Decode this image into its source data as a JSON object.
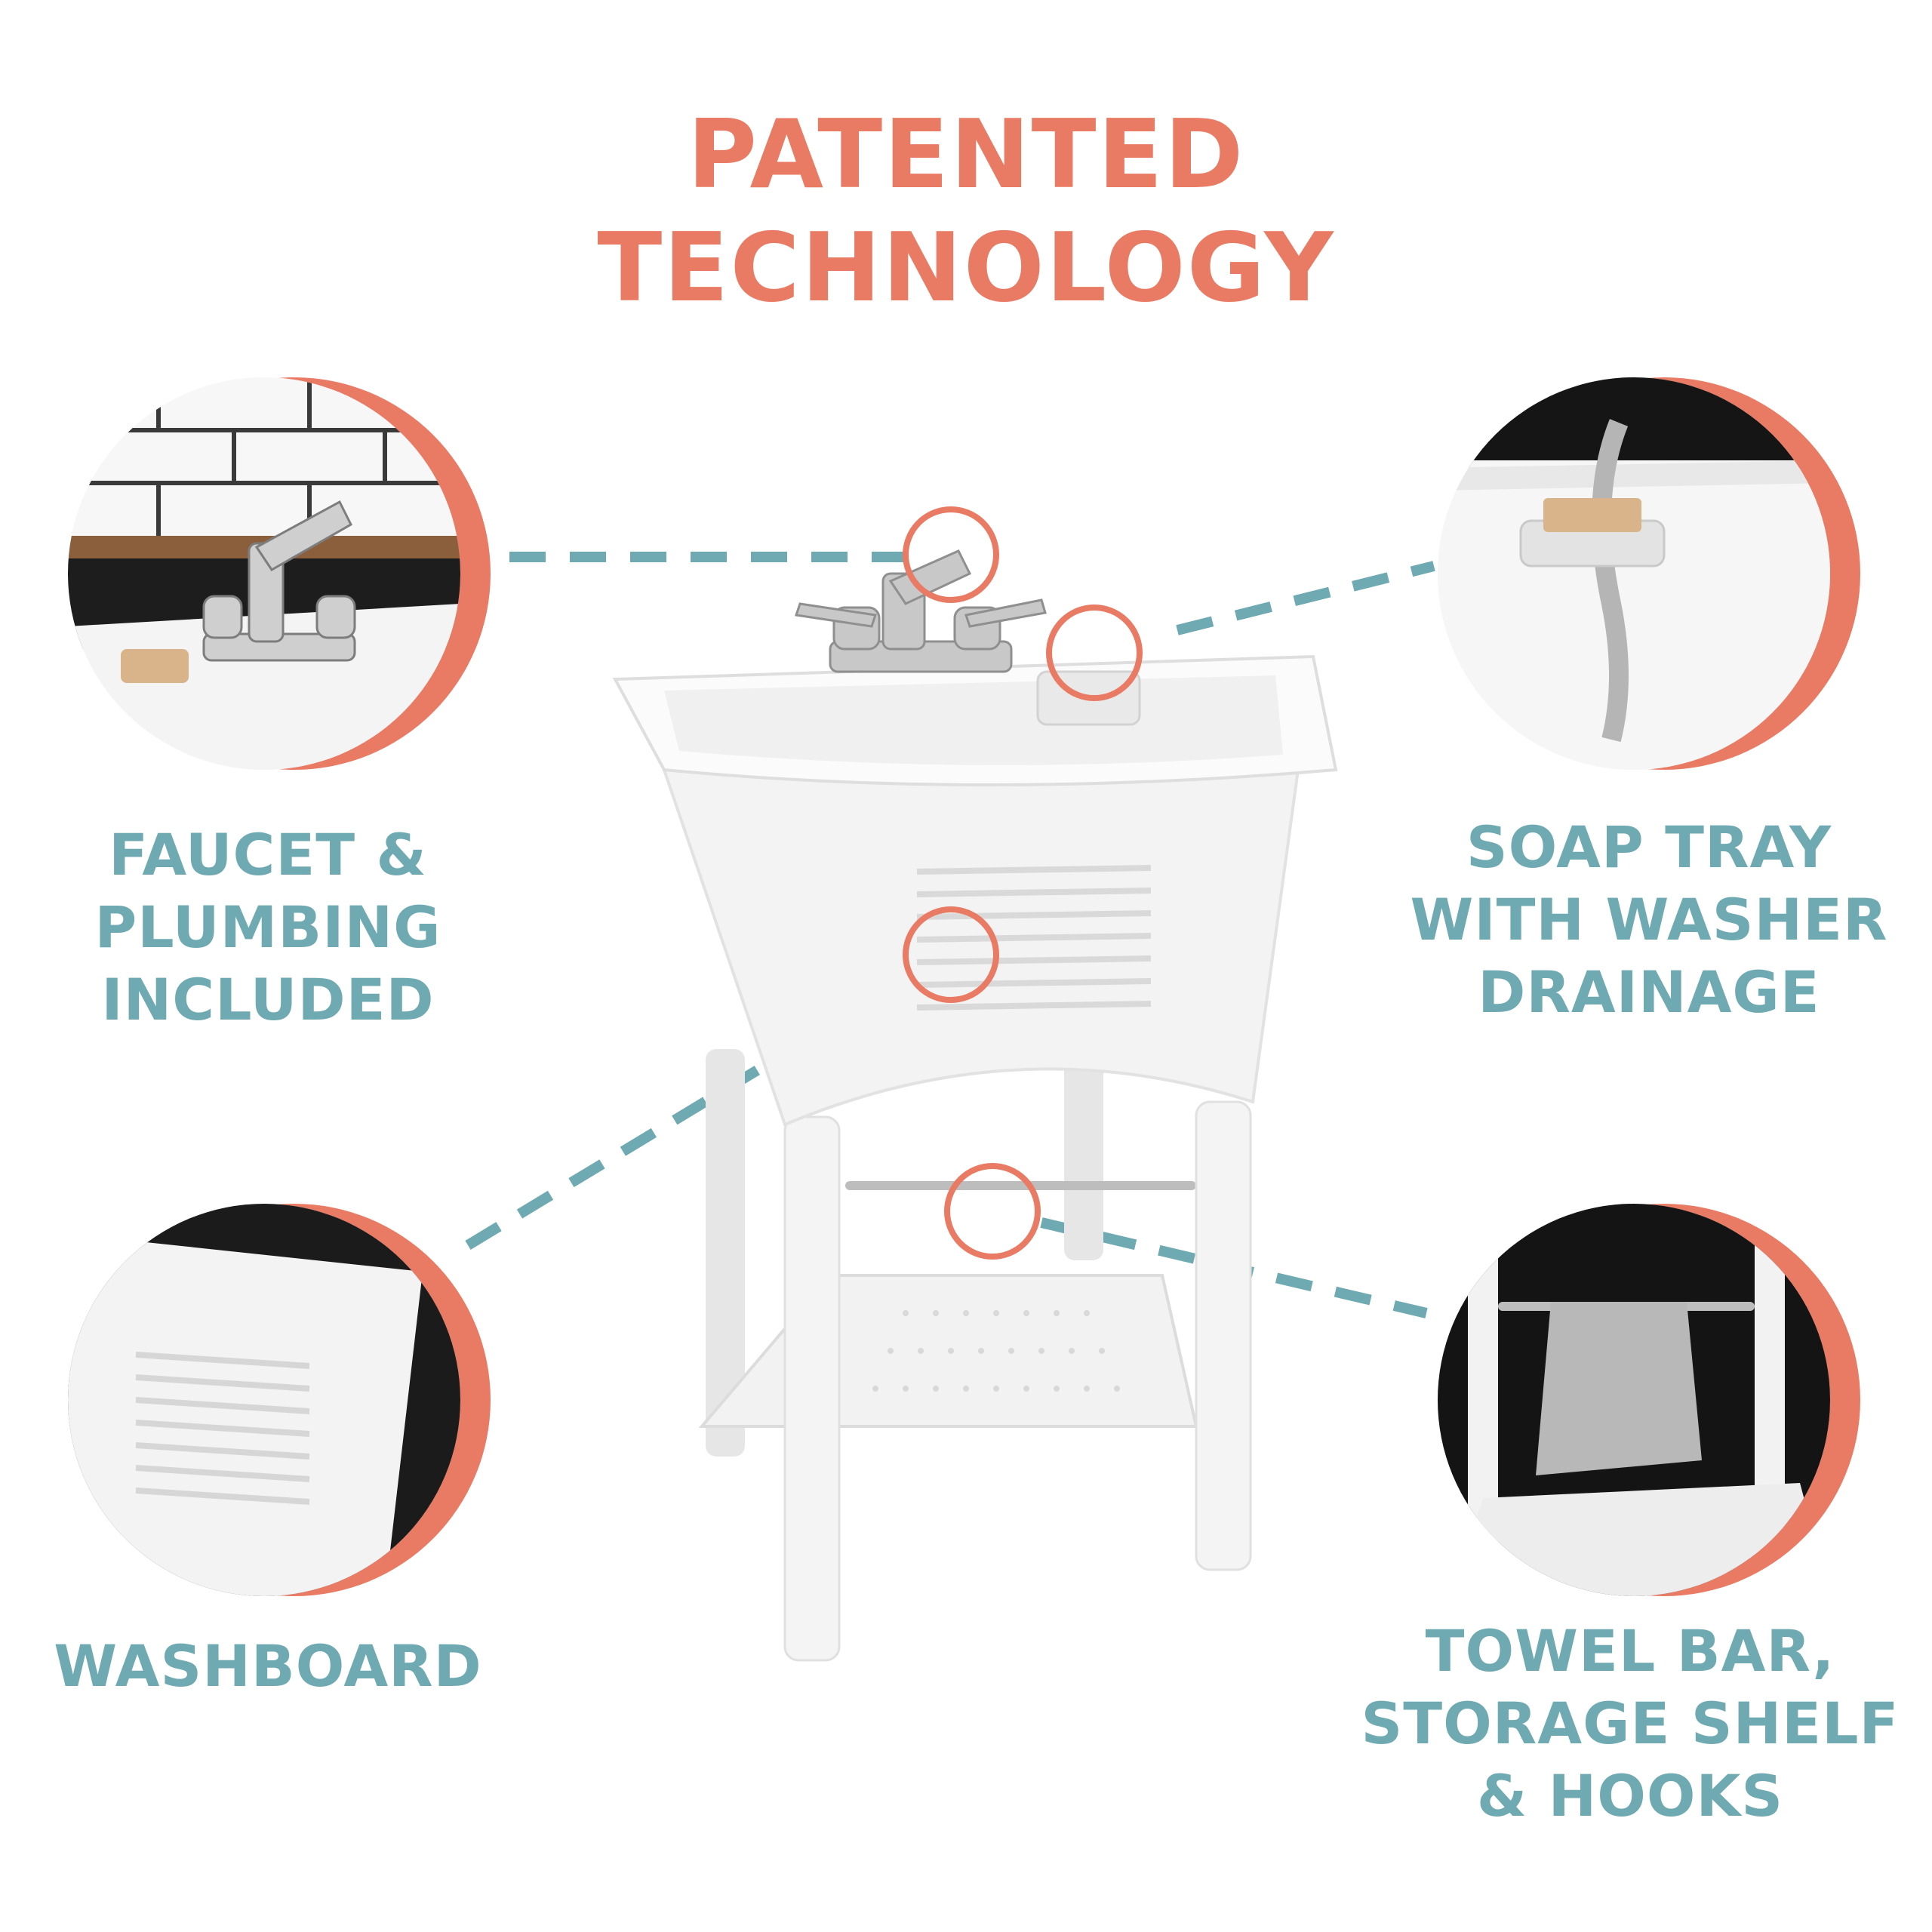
{
  "title": {
    "line1": "PATENTED",
    "line2": "TECHNOLOGY"
  },
  "features": {
    "faucet": [
      "FAUCET &",
      "PLUMBING",
      "INCLUDED"
    ],
    "soap_tray": [
      "SOAP TRAY",
      "WITH WASHER",
      "DRAINAGE"
    ],
    "washboard": [
      "WASHBOARD"
    ],
    "towel_bar": [
      "TOWEL BAR,",
      "STORAGE SHELF",
      "& HOOKS"
    ]
  },
  "colors": {
    "accent": "#E97B64",
    "teal": "#6FAAB2",
    "background": "#ffffff"
  }
}
